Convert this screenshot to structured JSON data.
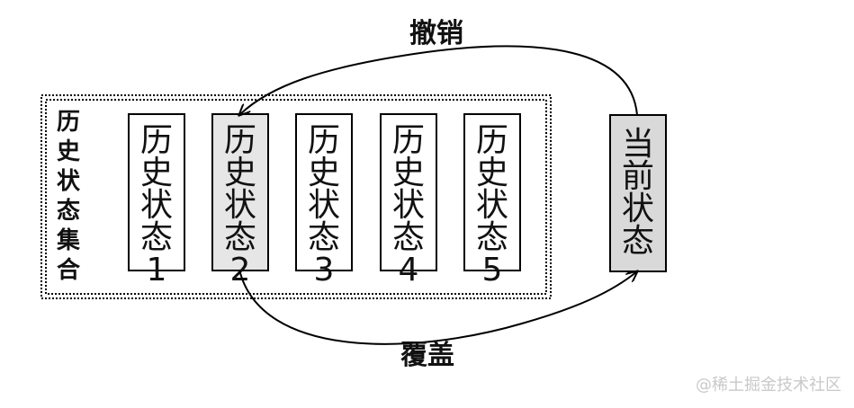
{
  "diagram": {
    "group_label": "历史状态集合",
    "history_states": [
      {
        "label": "历史状态1",
        "highlighted": false
      },
      {
        "label": "历史状态2",
        "highlighted": true
      },
      {
        "label": "历史状态3",
        "highlighted": false
      },
      {
        "label": "历史状态4",
        "highlighted": false
      },
      {
        "label": "历史状态5",
        "highlighted": false
      }
    ],
    "current_state": {
      "label": "当前状态"
    },
    "undo_label": "撤销",
    "overwrite_label": "覆盖",
    "colors": {
      "highlight_fill": "#e6e6e6",
      "current_fill": "#d9d9d9",
      "stroke": "#000000"
    }
  },
  "watermark": "@稀土掘金技术社区"
}
